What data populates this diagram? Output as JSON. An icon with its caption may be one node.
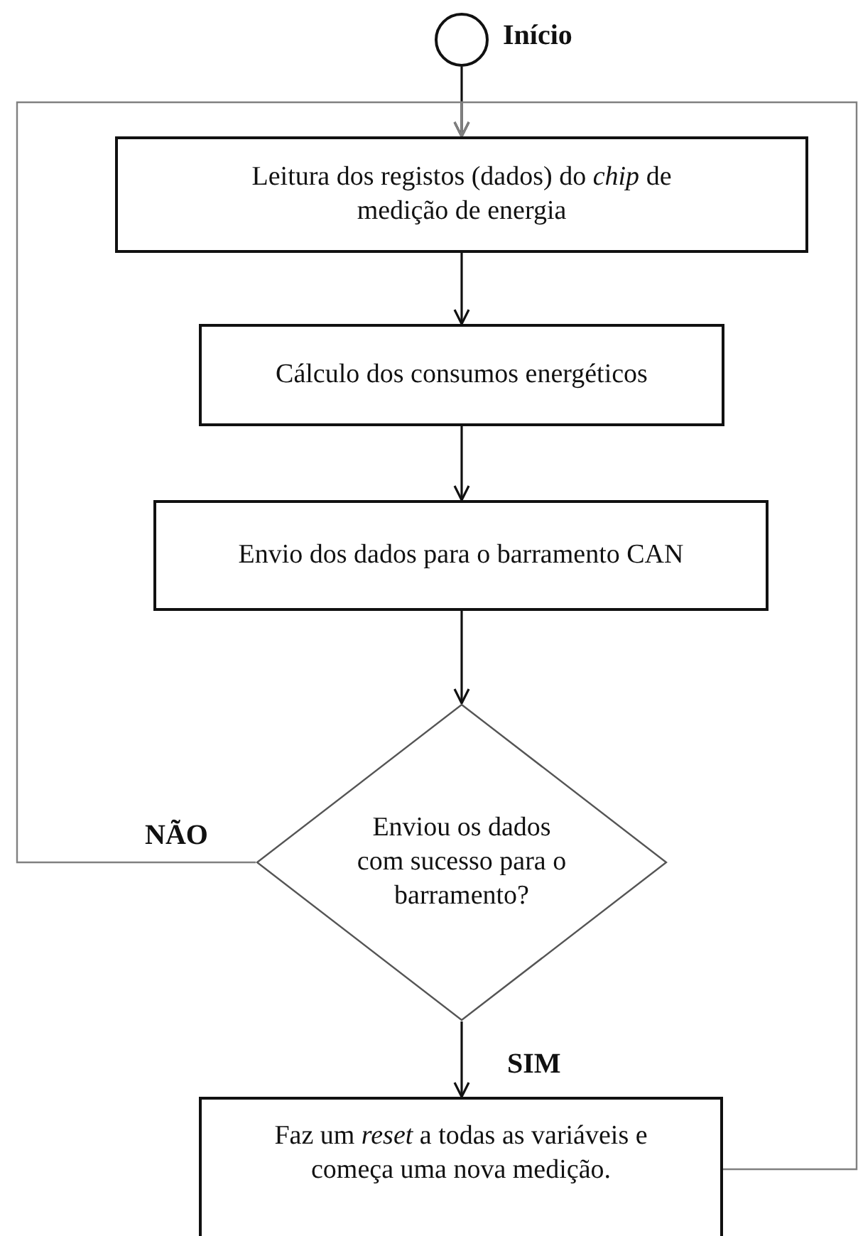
{
  "diagram": {
    "nodes": [
      {
        "text": [],
        "shape": "circle",
        "beside": [
          "Início"
        ]
      },
      {
        "text": [
          "Leitura dos registos (dados) do *chip* de medição de energia"
        ]
      },
      {
        "text": [
          "Cálculo dos consumos energéticos"
        ]
      },
      {
        "text": [
          "Envio dos dados para o barramento CAN"
        ]
      },
      {
        "text": [
          "Enviou os dados com sucesso para o barramento?"
        ]
      },
      {
        "text": [
          "Faz um *reset* a todas as variáveis e começa uma nova medição."
        ]
      }
    ],
    "edges": [
      {
        "from": 0,
        "to": 1,
        "arrow": "to"
      },
      {
        "from": 1,
        "to": 2,
        "arrow": "to"
      },
      {
        "from": 2,
        "to": 3,
        "arrow": "to"
      },
      {
        "from": 3,
        "to": 4,
        "arrow": "to"
      },
      {
        "from": 4,
        "to": 5,
        "arrow": "to",
        "label": "SIM"
      },
      {
        "from": 4,
        "to": 1,
        "arrow": "to",
        "label": "NÃO",
        "color": "#808080"
      },
      {
        "from": 5,
        "to": 1,
        "arrow": "to",
        "color": "#808080"
      }
    ]
  }
}
